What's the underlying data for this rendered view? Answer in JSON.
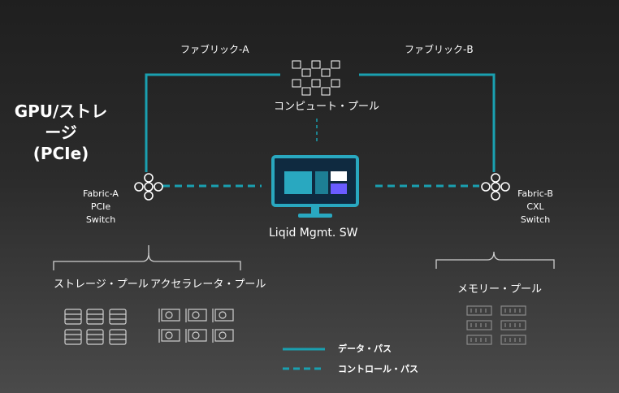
{
  "title": {
    "line1": "GPU/ストレージ",
    "line2": "(PCIe)"
  },
  "fabrics": {
    "a": "ファブリック-A",
    "b": "ファブリック-B"
  },
  "compute_pool": "コンピュート・プール",
  "mgmt": "Liqid Mgmt. SW",
  "switch_a": {
    "line1": "Fabric-A",
    "line2": "PCIe",
    "line3": "Switch"
  },
  "switch_b": {
    "line1": "Fabric-B",
    "line2": "CXL",
    "line3": "Switch"
  },
  "pools": {
    "storage": "ストレージ・プール",
    "accelerator": "アクセラレータ・プール",
    "memory": "メモリー・プール"
  },
  "legend": {
    "data_path": "データ・パス",
    "control_path": "コントロール・パス"
  },
  "colors": {
    "line": "#1aa0b0",
    "monitor": "#29a8c0",
    "screen": "#0f2a40",
    "pool_icon": "#cfcfcf",
    "memory_icon": "#8a8a8a"
  },
  "icons": [
    "chip-icon",
    "monitor-icon",
    "network-hub-icon",
    "server-icon",
    "gpu-card-icon",
    "memory-module-icon"
  ]
}
